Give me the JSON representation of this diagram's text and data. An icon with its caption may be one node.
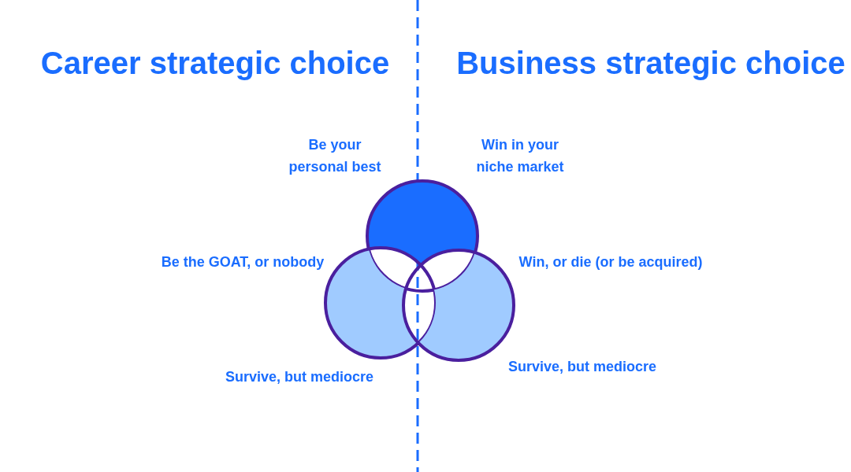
{
  "diagram": {
    "nodes": [
      {
        "text": [],
        "shape": "circle"
      },
      {
        "text": [],
        "shape": "circle"
      },
      {
        "text": [],
        "shape": "circle"
      }
    ],
    "labels": [
      "Career strategic choice",
      "Business strategic choice",
      "Be your personal best",
      "Win in your niche market",
      "Be the GOAT, or nobody",
      "Win, or die (or be acquired)",
      "Survive, but mediocre",
      "Survive, but mediocre"
    ]
  }
}
